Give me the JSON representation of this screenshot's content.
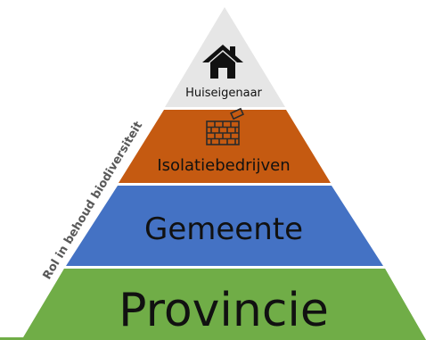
{
  "side_label": "Rol in behoud biodiversiteit",
  "tiers": [
    {
      "label": "Huiseigenaar",
      "icon": "house-icon",
      "color": "#e6e6e6"
    },
    {
      "label": "Isolatiebedrijven",
      "icon": "brick-wall-icon",
      "color": "#c55a11"
    },
    {
      "label": "Gemeente",
      "color": "#4472c4"
    },
    {
      "label": "Provincie",
      "color": "#70ad47"
    }
  ]
}
